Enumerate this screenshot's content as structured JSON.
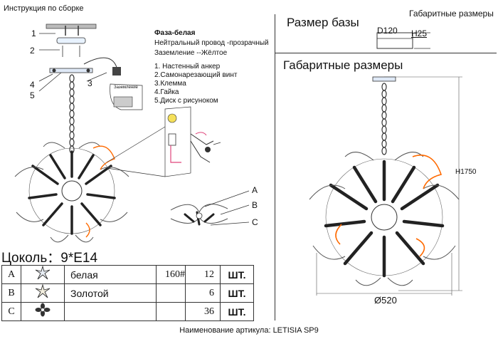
{
  "left": {
    "title": "Инструкция по сборке",
    "callouts": [
      "1",
      "2",
      "3",
      "4",
      "5"
    ],
    "wires": {
      "phase": "Фаза-белая",
      "neutral": "Нейтральный провод -прозрачный",
      "ground": "Заземление --Жёлтое"
    },
    "parts_list": [
      "1. Настенный анкер",
      "2.Самонарезающий винт",
      "3.Клемма",
      "4.Гайка",
      "5.Диск с рисунокoм"
    ],
    "terminal_label": "Заземление",
    "abc_labels": [
      "A",
      "B",
      "C"
    ]
  },
  "base": {
    "title": "Размер базы",
    "diameter": "D120",
    "height": "H25",
    "top_label": "Габаритные размеры"
  },
  "dims": {
    "title": "Габаритные размеры",
    "height": "H1750",
    "diameter": "Ø520"
  },
  "socket": {
    "label": "Цоколь：9*E14"
  },
  "parts_table": [
    {
      "letter": "A",
      "icon": "star-crystal-icon",
      "desc": "белая",
      "code": "160#",
      "qty": "12",
      "unit": "ШТ."
    },
    {
      "letter": "B",
      "icon": "star-crystal-icon",
      "desc": "Золотой",
      "code": "",
      "qty": "6",
      "unit": "ШТ."
    },
    {
      "letter": "C",
      "icon": "flower-disc-icon",
      "desc": "",
      "code": "",
      "qty": "36",
      "unit": "ШТ."
    }
  ],
  "footer": "Наименование артикула: LETISIA SP9",
  "colors": {
    "orange": "#ff6a00",
    "line": "#333333"
  }
}
